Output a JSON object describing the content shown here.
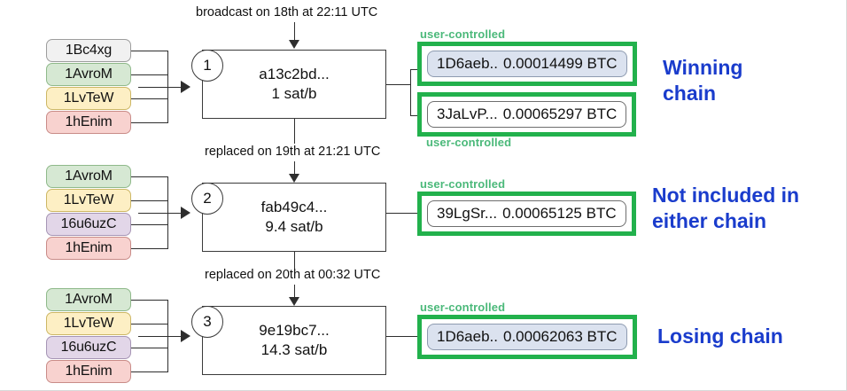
{
  "diagram": {
    "title_top_label": "broadcast on 18th at 22:11 UTC",
    "accent_green": "#22b14c",
    "accent_blue": "#1a3ccc",
    "label_green": "#4bb97a",
    "user_controlled_label": "user-controlled"
  },
  "rows": [
    {
      "index": "1",
      "txid": "a13c2bd...",
      "feerate": "1 sat/b",
      "top_label": "broadcast on 18th at 22:11 UTC",
      "bottom_label": "replaced on 19th at 21:21 UTC",
      "chain_label_line1": "Winning",
      "chain_label_line2": "chain",
      "inputs": [
        {
          "address": "1Bc4xg",
          "color": "gray"
        },
        {
          "address": "1AvroM",
          "color": "green"
        },
        {
          "address": "1LvTeW",
          "color": "yellow"
        },
        {
          "address": "1hEnim",
          "color": "pink"
        }
      ],
      "outputs": [
        {
          "address": "1D6aeb..",
          "amount": "0.00014499 BTC",
          "style": "blue",
          "tag": "user-controlled",
          "tag_position": "above"
        },
        {
          "address": "3JaLvP...",
          "amount": "0.00065297 BTC",
          "style": "white",
          "tag": "user-controlled",
          "tag_position": "below"
        }
      ]
    },
    {
      "index": "2",
      "txid": "fab49c4...",
      "feerate": "9.4 sat/b",
      "top_label": "replaced on 19th at 21:21 UTC",
      "bottom_label": "replaced on 20th at 00:32 UTC",
      "chain_label_line1": "Not included in",
      "chain_label_line2": "either chain",
      "inputs": [
        {
          "address": "1AvroM",
          "color": "green"
        },
        {
          "address": "1LvTeW",
          "color": "yellow"
        },
        {
          "address": "16u6uzC",
          "color": "purple"
        },
        {
          "address": "1hEnim",
          "color": "pink"
        }
      ],
      "outputs": [
        {
          "address": "39LgSr...",
          "amount": "0.00065125 BTC",
          "style": "white",
          "tag": "user-controlled",
          "tag_position": "above"
        }
      ]
    },
    {
      "index": "3",
      "txid": "9e19bc7...",
      "feerate": "14.3 sat/b",
      "top_label": "replaced on 20th at 00:32 UTC",
      "bottom_label": "",
      "chain_label_line1": "Losing chain",
      "chain_label_line2": "",
      "inputs": [
        {
          "address": "1AvroM",
          "color": "green"
        },
        {
          "address": "1LvTeW",
          "color": "yellow"
        },
        {
          "address": "16u6uzC",
          "color": "purple"
        },
        {
          "address": "1hEnim",
          "color": "pink"
        }
      ],
      "outputs": [
        {
          "address": "1D6aeb..",
          "amount": "0.00062063 BTC",
          "style": "blue",
          "tag": "user-controlled",
          "tag_position": "above"
        }
      ]
    }
  ]
}
